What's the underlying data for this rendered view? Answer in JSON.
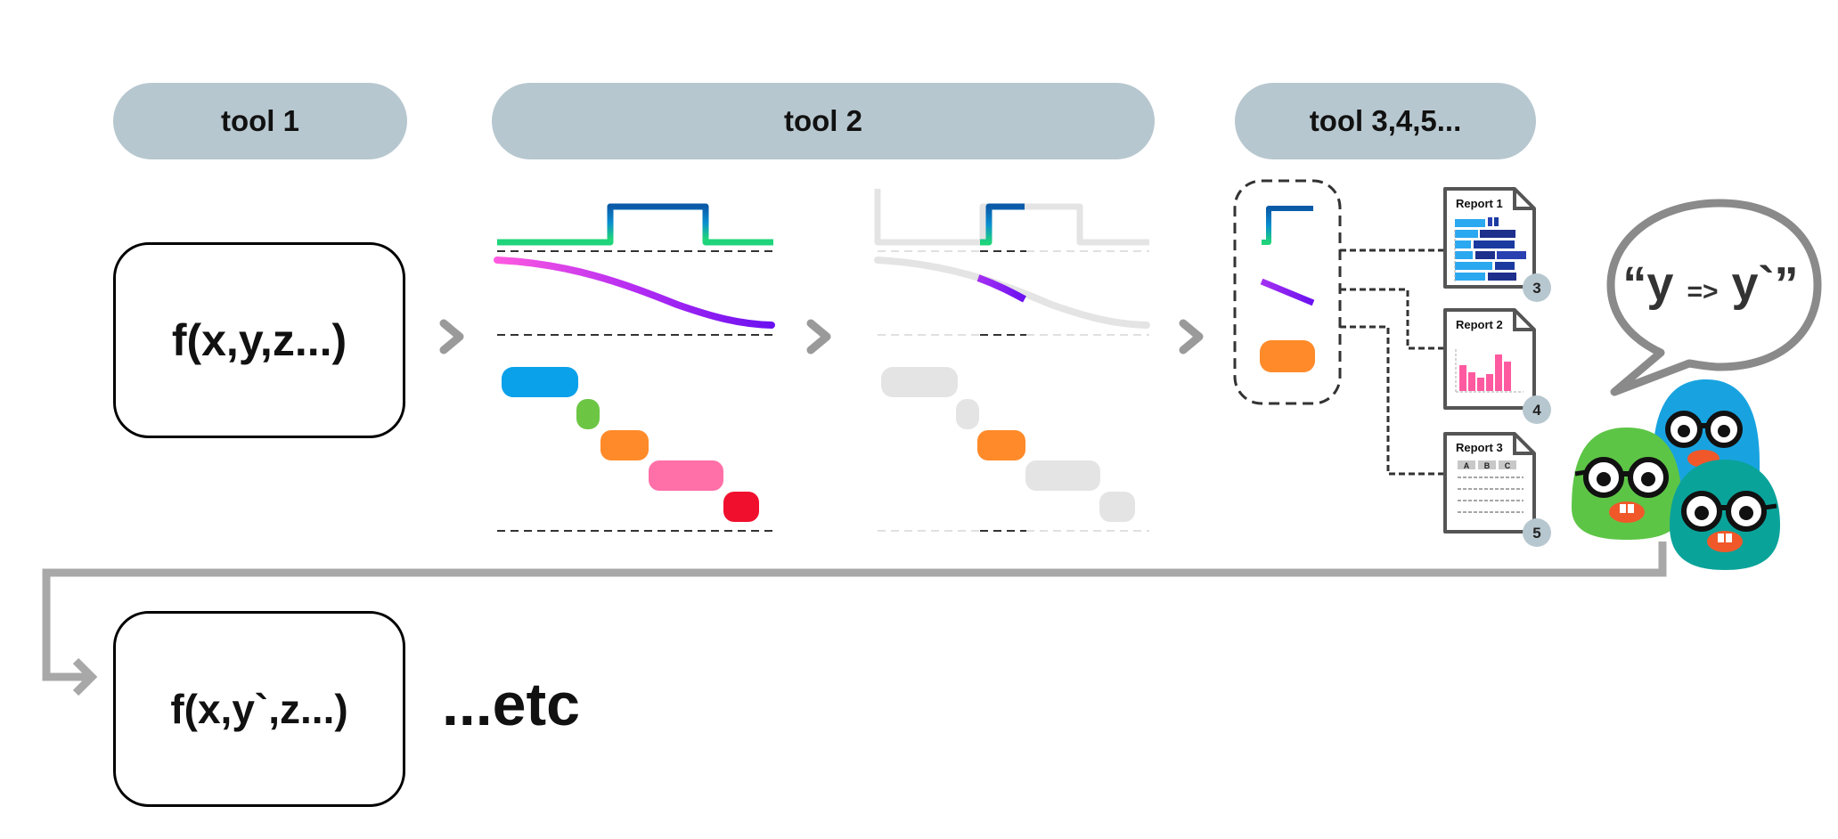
{
  "tools": {
    "tool1": "tool 1",
    "tool2": "tool 2",
    "tool3": "tool 3,4,5..."
  },
  "functions": {
    "first": "f(x,y,z...)",
    "second": "f(x,y`,z...)"
  },
  "etc_label": "...etc",
  "speech": {
    "y_left": "“y",
    "arrow": "=>",
    "y_right": "y`”"
  },
  "reports": [
    {
      "title": "Report 1",
      "badge": "3"
    },
    {
      "title": "Report 2",
      "badge": "4"
    },
    {
      "title": "Report 3",
      "badge": "5",
      "columns": [
        "A",
        "B",
        "C"
      ]
    }
  ],
  "colors": {
    "pill": "#b7c7cf",
    "green": "#1fd47a",
    "blue": "#0a6fb8",
    "purple": "#7a12f0",
    "pink": "#ff5ae0",
    "block_blue": "#0aa0ea",
    "block_green": "#6cc644",
    "block_orange": "#ff8a2a",
    "block_pink": "#ff6fa8",
    "block_red": "#f0102e",
    "grey": "#e4e4e4",
    "flow_grey": "#a8a8a8"
  }
}
